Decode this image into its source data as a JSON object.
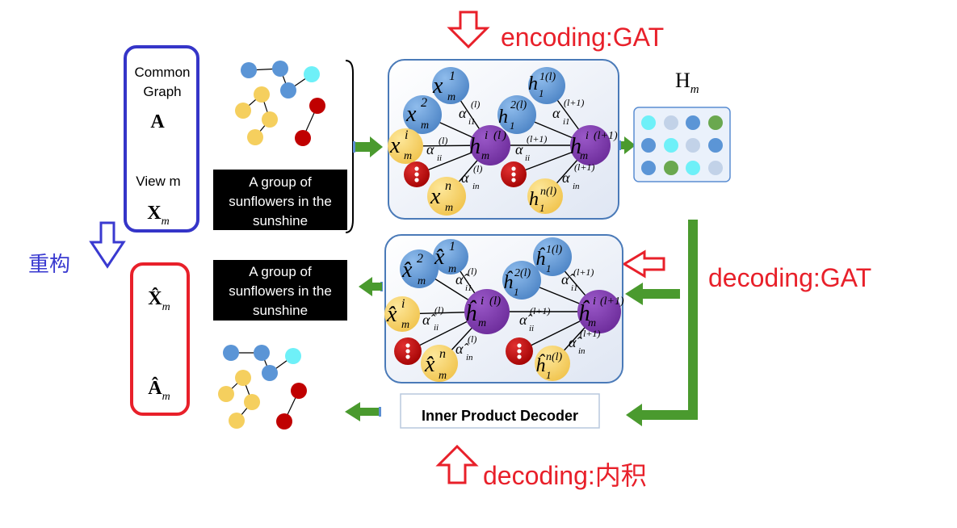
{
  "labels": {
    "encoding": "encoding:GAT",
    "decoding_gat": "decoding:GAT",
    "decoding_inner": "decoding:内积",
    "reconstruct": "重构",
    "h_m": "H",
    "h_m_sub": "m"
  },
  "input_box": {
    "common": "Common",
    "graph": "Graph",
    "a": "A",
    "view": "View m",
    "x": "X",
    "x_sub": "m"
  },
  "output_box": {
    "x_hat": "X̂",
    "x_sub": "m",
    "a_hat": "Â",
    "a_sub": "m"
  },
  "captions": {
    "top": [
      "A group of",
      "sunflowers in the",
      "sunshine"
    ],
    "bottom": [
      "A group of",
      "sunflowers in the",
      "sunshine"
    ]
  },
  "decoder": {
    "label": "Inner Product Decoder"
  },
  "colors": {
    "red": "#e8202a",
    "blue_label": "#3a3ad0",
    "box_blue": "#3535c8",
    "box_red": "#e8202a",
    "green": "#4a9a2e",
    "node_blue": "#5b95d6",
    "node_yellow": "#f5cf5e",
    "node_red": "#c00000",
    "node_purple": "#7030a0",
    "node_cyan": "#6ef0f8"
  }
}
